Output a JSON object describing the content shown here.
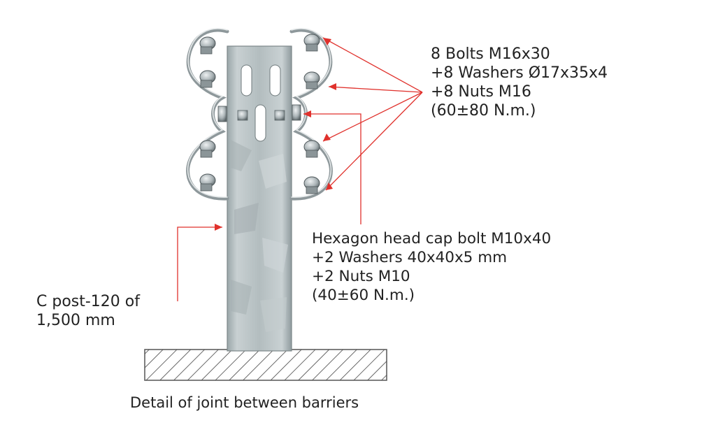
{
  "callouts": {
    "bolts": {
      "line1": "8 Bolts M16x30",
      "line2": "+8 Washers Ø17x35x4",
      "line3": "+8 Nuts M16",
      "line4": "(60±80 N.m.)"
    },
    "hex_bolt": {
      "line1": "Hexagon head cap bolt M10x40",
      "line2": "+2 Washers 40x40x5 mm",
      "line3": "+2 Nuts M10",
      "line4": "(40±60 N.m.)"
    },
    "post": {
      "line1": "C post-120 of",
      "line2": "1,500 mm"
    }
  },
  "caption": "Detail of joint between barriers",
  "colors": {
    "leader_line": "#e0312c",
    "post_metal": "#b9c3c5",
    "hatch": "#444444",
    "text": "#222222"
  }
}
